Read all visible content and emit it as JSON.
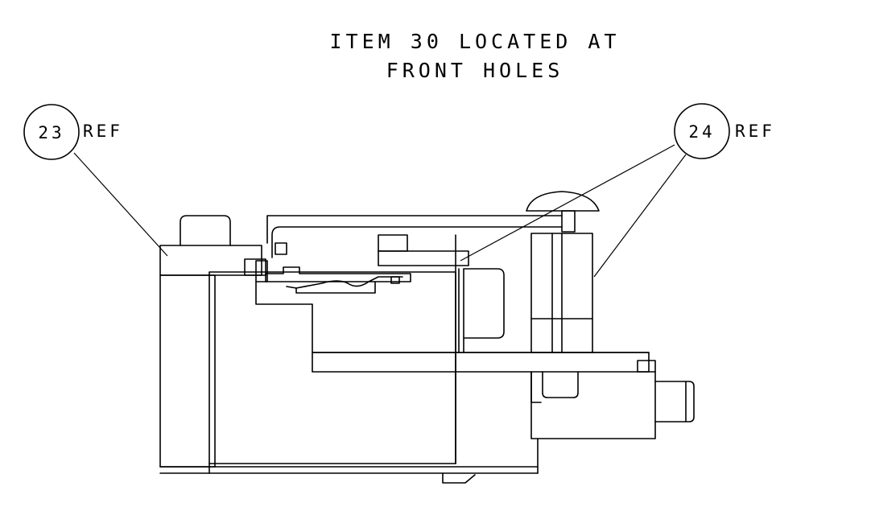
{
  "note": {
    "line1": "ITEM 30 LOCATED AT",
    "line2": "FRONT HOLES"
  },
  "callouts": [
    {
      "number": "23",
      "ref": "REF"
    },
    {
      "number": "24",
      "ref": "REF"
    }
  ],
  "colors": {
    "line": "#000000",
    "background": "#ffffff"
  }
}
